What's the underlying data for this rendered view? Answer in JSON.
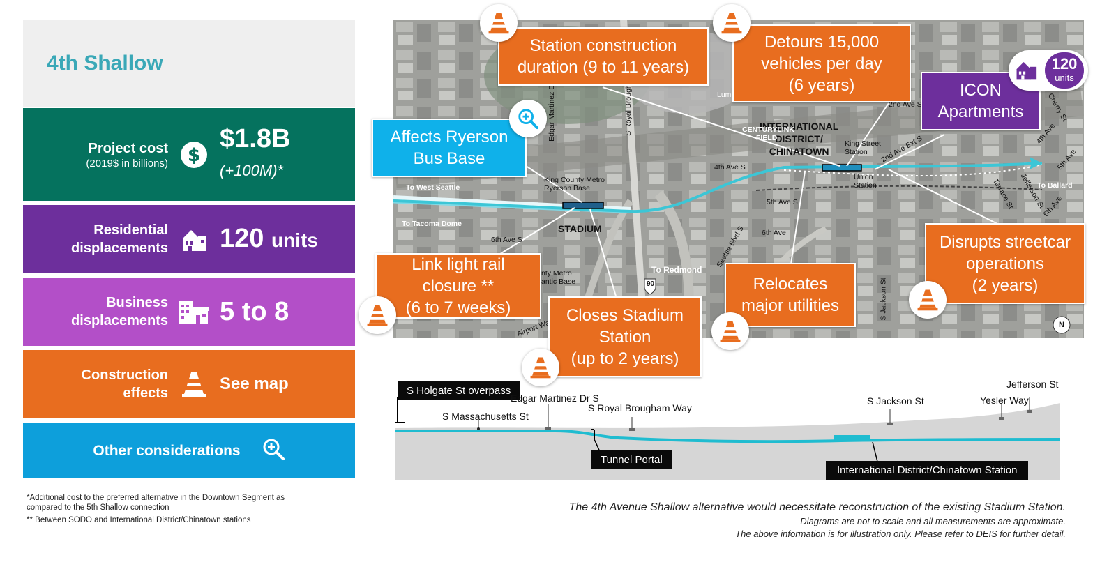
{
  "panel": {
    "title": "4th Shallow",
    "cost": {
      "label": "Project cost",
      "sublabel": "(2019$ in billions)",
      "value": "$1.8B",
      "note": "(+100M)*"
    },
    "residential": {
      "label_line1": "Residential",
      "label_line2": "displacements",
      "value": "120",
      "unit": "units"
    },
    "business": {
      "label_line1": "Business",
      "label_line2": "displacements",
      "value": "5 to 8"
    },
    "construction": {
      "label_line1": "Construction",
      "label_line2": "effects",
      "value": "See map"
    },
    "other": {
      "label": "Other considerations"
    }
  },
  "footnotes": {
    "line1": "*Additional cost to the preferred alternative in the Downtown Segment as",
    "line2": "compared to the 5th Shallow connection",
    "line3": "** Between SODO and International District/Chinatown stations"
  },
  "map": {
    "labels": {
      "to_west_seattle": "To West Seattle",
      "to_tacoma_dome": "To Tacoma Dome",
      "to_redmond": "To Redmond",
      "to_ballard": "To Ballard",
      "stadium": "STADIUM",
      "intl_district_1": "INTERNATIONAL",
      "intl_district_2": "DISTRICT/",
      "intl_district_3": "CHINATOWN",
      "king_st_1": "King Street",
      "king_st_2": "Station",
      "union_1": "Union",
      "union_2": "Station",
      "kcm_1": "King County Metro",
      "kcm_2": "Ryerson Base",
      "atlantic_1": "nty Metro",
      "atlantic_2": "antic Base",
      "fourth_ave_s": "4th Ave S",
      "fifth_ave_s": "5th Ave S",
      "sixth_ave_s": "6th Ave S",
      "sixth_ave": "6th Ave",
      "second_ave_ext": "2nd Ave Ext S",
      "second_ave": "2nd Ave S",
      "fourth_ave_r": "4th Ave",
      "fifth_ave_r": "5th Ave",
      "sixth_ave_r": "6th Ave",
      "terrace": "Terrace St",
      "jefferson": "Jefferson St",
      "cherry": "Cherry St",
      "seattle_blvd": "Seattle Blvd S",
      "s_jackson": "S Jackson St",
      "edgar_martinez": "Edgar Martinez D",
      "royal_brougham": "S Royal Brough",
      "airport_way": "Airport Wa",
      "lumen": "Lum",
      "centurylink": "CENTURYLINK",
      "field": "FIELD",
      "i90": "90",
      "north": "N"
    }
  },
  "callouts": {
    "station_construction": [
      "Station construction",
      "duration (9 to 11 years)"
    ],
    "detours": [
      "Detours 15,000",
      "vehicles per day",
      "(6 years)"
    ],
    "icon_apartments": [
      "ICON",
      "Apartments"
    ],
    "ryerson": [
      "Affects Ryerson",
      "Bus Base"
    ],
    "link_closure": [
      "Link light rail",
      "closure **",
      "(6 to 7 weeks)"
    ],
    "closes_stadium": [
      "Closes Stadium",
      "Station",
      "(up to 2 years)"
    ],
    "relocates": [
      "Relocates",
      "major utilities"
    ],
    "streetcar": [
      "Disrupts streetcar",
      "operations",
      "(2 years)"
    ],
    "units_badge": {
      "value": "120",
      "unit": "units"
    }
  },
  "profile": {
    "holgate": "S Holgate St overpass",
    "massachusetts": "S Massachusetts St",
    "edgar": "Edgar Martinez Dr S",
    "royal": "S Royal Brougham Way",
    "jackson": "S Jackson St",
    "yesler": "Yesler Way",
    "jefferson": "Jefferson St",
    "tunnel_portal": "Tunnel Portal",
    "intl_station": "International District/Chinatown Station"
  },
  "disclaimer": {
    "line1": "The 4th Avenue Shallow alternative would necessitate reconstruction of the existing Stadium Station.",
    "line2": "Diagrams are not to scale and all measurements are approximate.",
    "line3": "The above information is for illustration only. Please refer to DEIS for further detail."
  },
  "colors": {
    "teal": "#3aa8b7",
    "green": "#05725e",
    "purple": "#6d2f9c",
    "magenta": "#b34fc8",
    "orange": "#e86d1f",
    "blue": "#0d9fdb",
    "route": "#3cc6d6"
  },
  "icons": [
    "dollar-icon",
    "house-icon",
    "building-icon",
    "cone-icon",
    "zoom-icon"
  ]
}
